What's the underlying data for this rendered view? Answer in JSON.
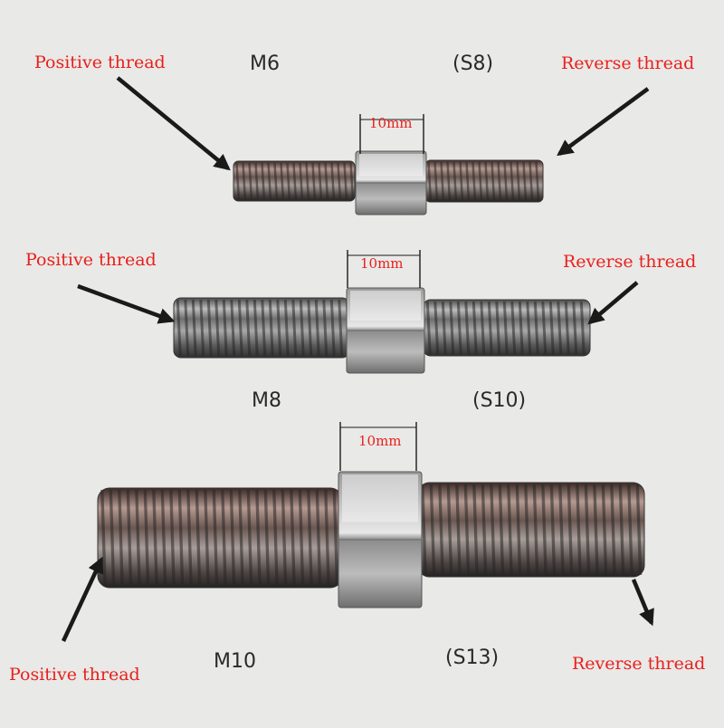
{
  "bolts": [
    {
      "thread_size": "M6",
      "hex_size": "(S8)",
      "hex_width": "10mm",
      "left_label": "Positive thread",
      "right_label": "Reverse thread"
    },
    {
      "thread_size": "M8",
      "hex_size": "(S10)",
      "hex_width": "10mm",
      "left_label": "Positive thread",
      "right_label": "Reverse thread"
    },
    {
      "thread_size": "M10",
      "hex_size": "(S13)",
      "hex_width": "10mm",
      "left_label": "Positive thread",
      "right_label": "Reverse thread"
    }
  ],
  "colors": {
    "background": "#e9e9e7",
    "label_red": "#e8201c",
    "arrow": "#1a1a1a",
    "steel": "#8d8d8d"
  }
}
